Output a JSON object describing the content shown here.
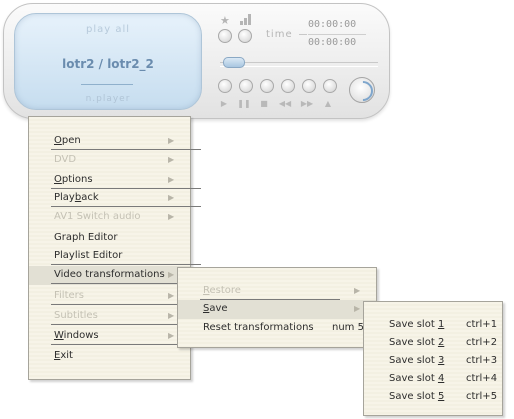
{
  "player": {
    "screen_top": "play all",
    "screen_title": "lotr2 / lotr2_2",
    "screen_bottom": "n.player",
    "time_label": "time",
    "time_elapsed": "00:00:00",
    "time_total": "00:00:00",
    "transport_icons": [
      "play-icon",
      "pause-icon",
      "stop-icon",
      "previous-icon",
      "next-icon",
      "eject-icon"
    ]
  },
  "main_menu": {
    "items": [
      {
        "label": "Open",
        "ul": "O",
        "rest": "pen",
        "disabled": false,
        "submenu": true
      },
      {
        "label": "DVD",
        "ul": "",
        "rest": "DVD",
        "disabled": true,
        "submenu": true
      },
      {
        "label": "Options",
        "ul": "O",
        "rest": "ptions",
        "disabled": false,
        "submenu": true
      },
      {
        "label": "Playback",
        "pre": "Play",
        "ul": "b",
        "rest": "ack",
        "disabled": false,
        "submenu": true
      },
      {
        "label": "AV1 Switch audio",
        "ul": "",
        "rest": "AV1 Switch audio",
        "disabled": true,
        "submenu": true
      },
      {
        "label": "Graph Editor",
        "disabled": false,
        "submenu": false
      },
      {
        "label": "Playlist Editor",
        "disabled": false,
        "submenu": false
      },
      {
        "label": "Video transformations",
        "disabled": false,
        "submenu": true
      },
      {
        "label": "Filters",
        "disabled": true,
        "submenu": true
      },
      {
        "label": "Subtitles",
        "disabled": true,
        "submenu": true
      },
      {
        "label": "Windows",
        "ul": "W",
        "rest": "indows",
        "disabled": false,
        "submenu": true
      },
      {
        "label": "Exit",
        "ul": "E",
        "rest": "xit",
        "disabled": false,
        "submenu": false
      }
    ]
  },
  "video_menu": {
    "items": [
      {
        "label": "Restore",
        "ul": "R",
        "rest": "estore",
        "disabled": true,
        "submenu": true
      },
      {
        "label": "Save",
        "ul": "S",
        "rest": "ave",
        "disabled": false,
        "submenu": true
      },
      {
        "label": "Reset transformations",
        "shortcut": "num 5",
        "disabled": false,
        "submenu": false
      }
    ]
  },
  "save_menu": {
    "items": [
      {
        "pre": "Save slot ",
        "ul": "1",
        "shortcut": "ctrl+1"
      },
      {
        "pre": "Save slot ",
        "ul": "2",
        "shortcut": "ctrl+2"
      },
      {
        "pre": "Save slot ",
        "ul": "3",
        "shortcut": "ctrl+3"
      },
      {
        "pre": "Save slot ",
        "ul": "4",
        "shortcut": "ctrl+4"
      },
      {
        "pre": "Save slot ",
        "ul": "5",
        "shortcut": "ctrl+5"
      }
    ]
  }
}
